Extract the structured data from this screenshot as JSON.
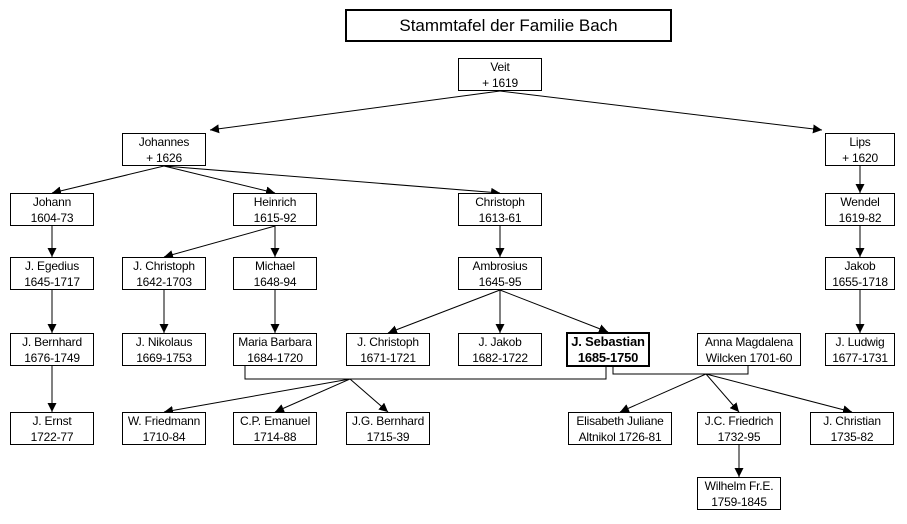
{
  "title": "Stammtafel der Familie Bach",
  "nodes": [
    {
      "id": "veit",
      "l1": "Veit",
      "l2": "+ 1619"
    },
    {
      "id": "johannes",
      "l1": "Johannes",
      "l2": "+ 1626"
    },
    {
      "id": "lips",
      "l1": "Lips",
      "l2": "+ 1620"
    },
    {
      "id": "johann",
      "l1": "Johann",
      "l2": "1604-73"
    },
    {
      "id": "heinrich",
      "l1": "Heinrich",
      "l2": "1615-92"
    },
    {
      "id": "christoph",
      "l1": "Christoph",
      "l2": "1613-61"
    },
    {
      "id": "wendel",
      "l1": "Wendel",
      "l2": "1619-82"
    },
    {
      "id": "egedius",
      "l1": "J. Egedius",
      "l2": "1645-1717"
    },
    {
      "id": "jchristoph1",
      "l1": "J. Christoph",
      "l2": "1642-1703"
    },
    {
      "id": "michael",
      "l1": "Michael",
      "l2": "1648-94"
    },
    {
      "id": "ambrosius",
      "l1": "Ambrosius",
      "l2": "1645-95"
    },
    {
      "id": "jakob",
      "l1": "Jakob",
      "l2": "1655-1718"
    },
    {
      "id": "bernhard",
      "l1": "J. Bernhard",
      "l2": "1676-1749"
    },
    {
      "id": "nikolaus",
      "l1": "J. Nikolaus",
      "l2": "1669-1753"
    },
    {
      "id": "mariabarbara",
      "l1": "Maria Barbara",
      "l2": "1684-1720"
    },
    {
      "id": "jchristoph2",
      "l1": "J. Christoph",
      "l2": "1671-1721"
    },
    {
      "id": "jjakob",
      "l1": "J. Jakob",
      "l2": "1682-1722"
    },
    {
      "id": "sebastian",
      "l1": "J. Sebastian",
      "l2": "1685-1750"
    },
    {
      "id": "annamagdalena",
      "l1": "Anna Magdalena",
      "l2": "Wilcken 1701-60"
    },
    {
      "id": "ludwig",
      "l1": "J. Ludwig",
      "l2": "1677-1731"
    },
    {
      "id": "ernst",
      "l1": "J. Ernst",
      "l2": "1722-77"
    },
    {
      "id": "friedmann",
      "l1": "W. Friedmann",
      "l2": "1710-84"
    },
    {
      "id": "emanuel",
      "l1": "C.P. Emanuel",
      "l2": "1714-88"
    },
    {
      "id": "jgbernhard",
      "l1": "J.G. Bernhard",
      "l2": "1715-39"
    },
    {
      "id": "elisabeth",
      "l1": "Elisabeth Juliane",
      "l2": "Altnikol 1726-81"
    },
    {
      "id": "jcfriedrich",
      "l1": "J.C. Friedrich",
      "l2": "1732-95"
    },
    {
      "id": "jchristian",
      "l1": "J. Christian",
      "l2": "1735-82"
    },
    {
      "id": "wilhelm",
      "l1": "Wilhelm Fr.E.",
      "l2": "1759-1845"
    }
  ],
  "edges": [
    [
      "veit",
      "johannes"
    ],
    [
      "veit",
      "lips"
    ],
    [
      "johannes",
      "johann"
    ],
    [
      "johannes",
      "heinrich"
    ],
    [
      "johannes",
      "christoph"
    ],
    [
      "lips",
      "wendel"
    ],
    [
      "johann",
      "egedius"
    ],
    [
      "heinrich",
      "jchristoph1"
    ],
    [
      "heinrich",
      "michael"
    ],
    [
      "christoph",
      "ambrosius"
    ],
    [
      "wendel",
      "jakob"
    ],
    [
      "egedius",
      "bernhard"
    ],
    [
      "jchristoph1",
      "nikolaus"
    ],
    [
      "michael",
      "mariabarbara"
    ],
    [
      "ambrosius",
      "jchristoph2"
    ],
    [
      "ambrosius",
      "jjakob"
    ],
    [
      "ambrosius",
      "sebastian"
    ],
    [
      "jakob",
      "ludwig"
    ],
    [
      "bernhard",
      "ernst"
    ],
    [
      "marriage1",
      "friedmann"
    ],
    [
      "marriage1",
      "emanuel"
    ],
    [
      "marriage1",
      "jgbernhard"
    ],
    [
      "marriage2",
      "elisabeth"
    ],
    [
      "marriage2",
      "jcfriedrich"
    ],
    [
      "marriage2",
      "jchristian"
    ],
    [
      "jcfriedrich",
      "wilhelm"
    ]
  ]
}
